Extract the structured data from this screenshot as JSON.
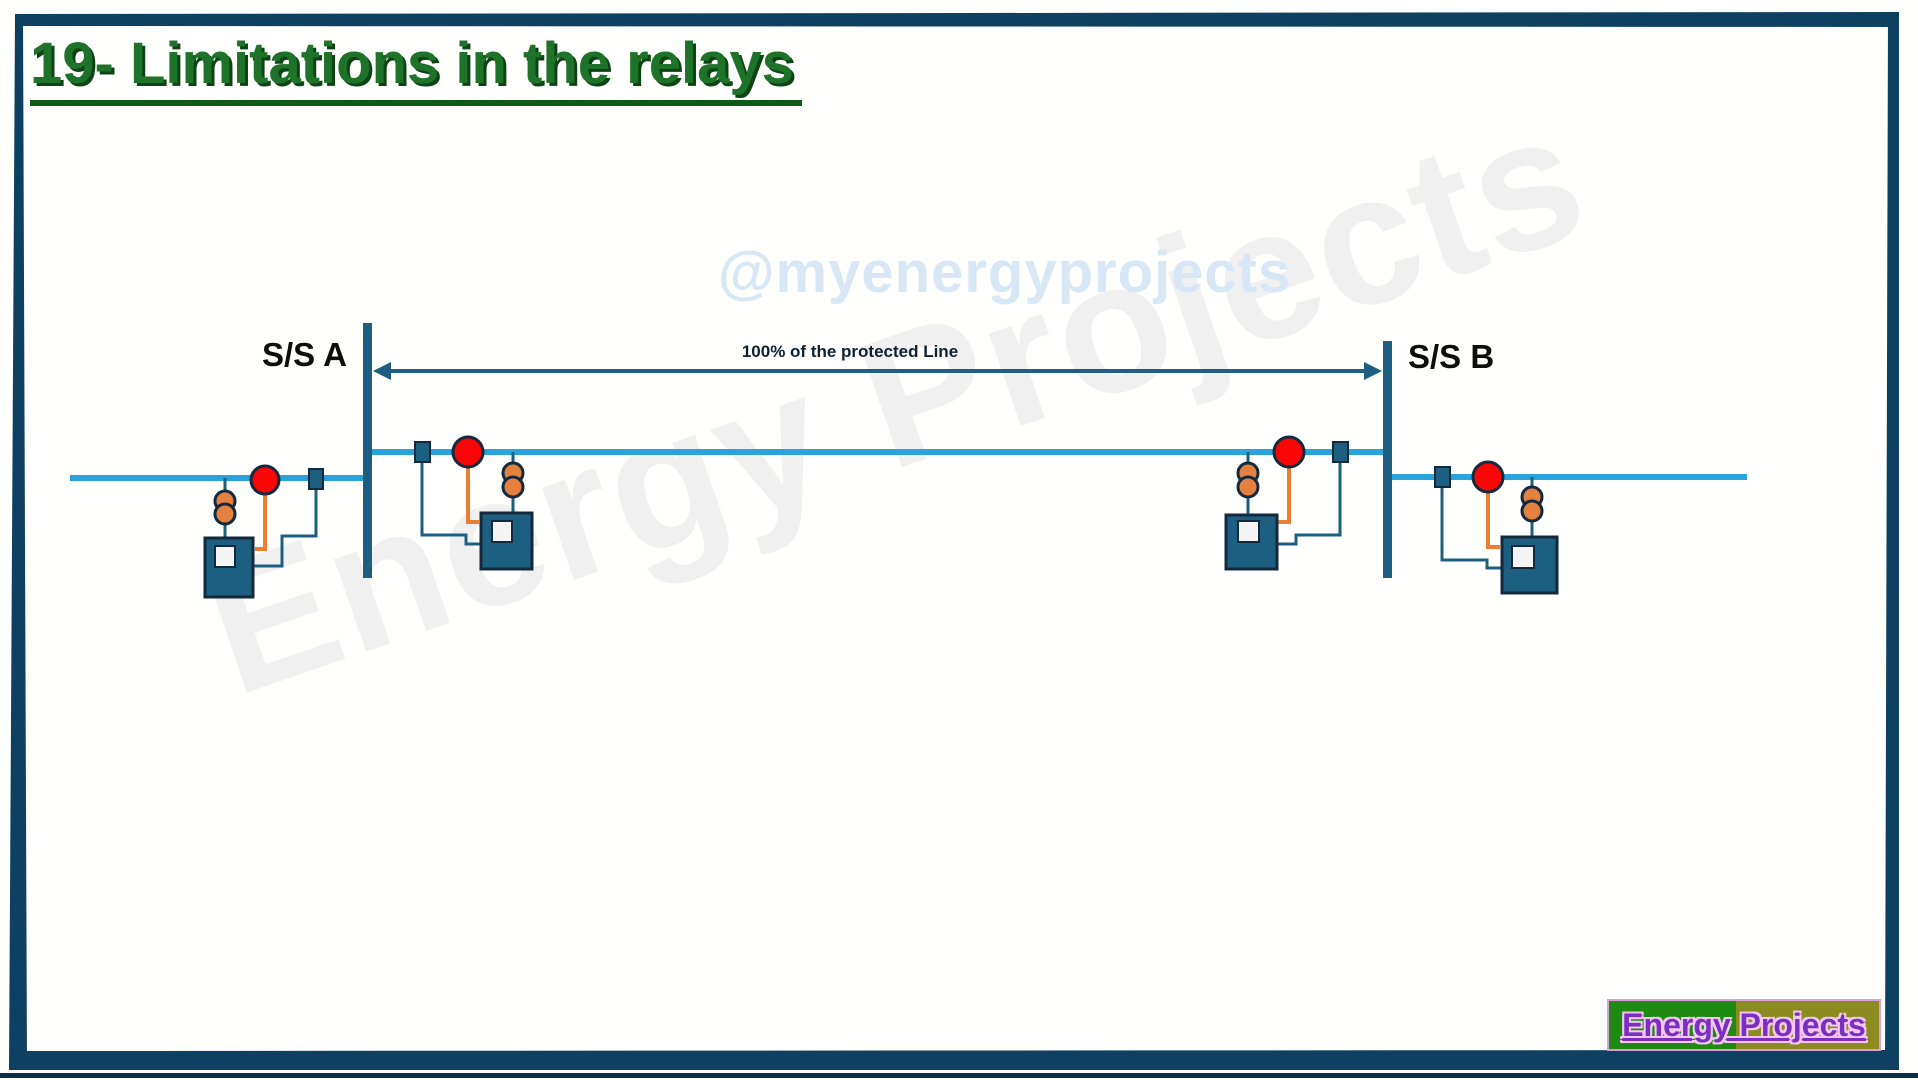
{
  "slide": {
    "title": "19- Limitations in the relays"
  },
  "watermarks": {
    "handle": "@myenergyprojects",
    "diagonal": "Energy Projects"
  },
  "diagram": {
    "substation_a": "S/S A",
    "substation_b": "S/S B",
    "dimension_label": "100% of the protected Line",
    "description": "Two substation busbars A and B connected by a protected transmission line; each line end has a circuit breaker, a fault indicator, a CT and a protection relay, on both sides of each busbar"
  },
  "logo": {
    "text": "Energy Projects"
  },
  "colors": {
    "frame": "#0e4161",
    "frame_dark": "#0c2f4a",
    "line_blue": "#2aa2dc",
    "wire_teal": "#1c5f80",
    "component_fill": "#1d5f80",
    "outline_navy": "#13293e",
    "fault_red": "#fb0606",
    "ct_orange": "#e5813e",
    "wire_orange": "#ed7d31",
    "relay_screen": "#f5f5f5",
    "title_green": "#1f7229",
    "watermark_blue": "#d7e7f6",
    "watermark_gray": "#f0f0f0",
    "logo_green": "#1f8a12",
    "logo_olive": "#8b8b1f",
    "logo_purple": "#7a2fc0"
  }
}
